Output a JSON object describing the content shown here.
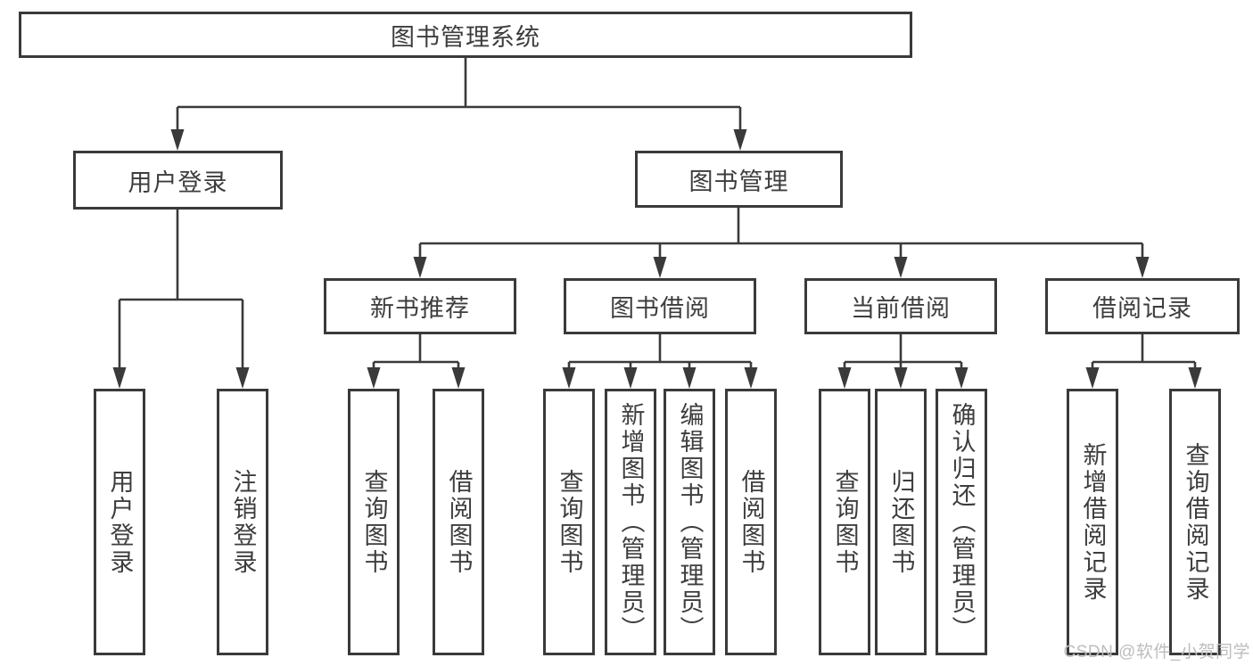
{
  "diagram_title": "图书管理系统",
  "colors": {
    "line": "#3a3a3a",
    "text": "#3d3d3d",
    "box_background": "#ffffff",
    "watermark": "#bdbdbd"
  },
  "nodes": {
    "root": {
      "label": "图书管理系统"
    },
    "level2": [
      {
        "label": "用户登录"
      },
      {
        "label": "图书管理"
      }
    ],
    "level3": [
      {
        "label": "新书推荐"
      },
      {
        "label": "图书借阅"
      },
      {
        "label": "当前借阅"
      },
      {
        "label": "借阅记录"
      }
    ],
    "leaves_user_login": [
      {
        "label": "用户登录"
      },
      {
        "label": "注销登录"
      }
    ],
    "leaves_new_book": [
      {
        "label": "查询图书"
      },
      {
        "label": "借阅图书"
      }
    ],
    "leaves_book_borrow": [
      {
        "label": "查询图书"
      },
      {
        "label": "新增图书（管理员）"
      },
      {
        "label": "编辑图书（管理员）"
      },
      {
        "label": "借阅图书"
      }
    ],
    "leaves_current_borrow": [
      {
        "label": "查询图书"
      },
      {
        "label": "归还图书"
      },
      {
        "label": "确认归还（管理员）"
      }
    ],
    "leaves_borrow_record": [
      {
        "label": "新增借阅记录"
      },
      {
        "label": "查询借阅记录"
      }
    ]
  },
  "watermark": {
    "text": "CSDN @软件_小贺同学"
  }
}
